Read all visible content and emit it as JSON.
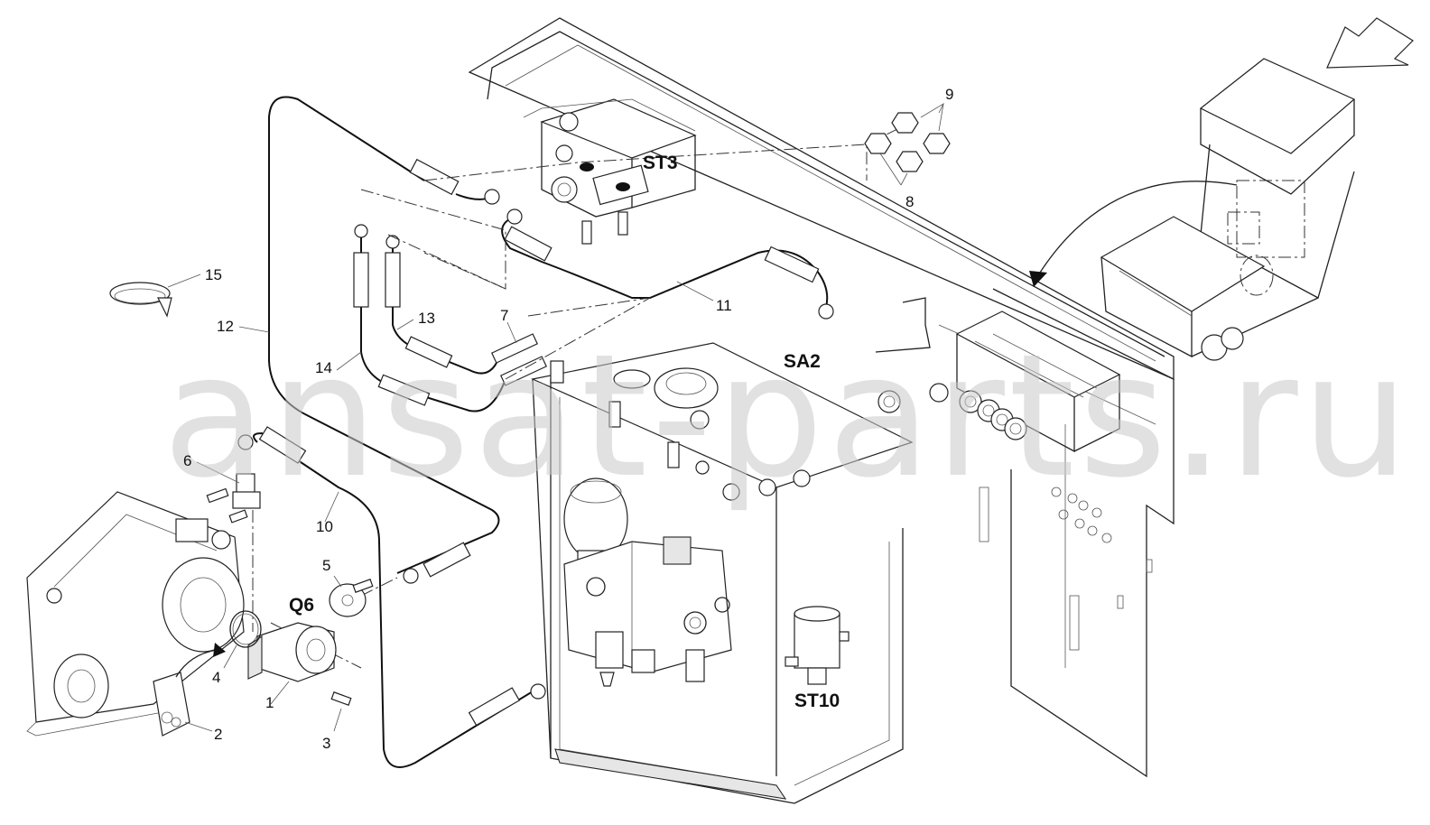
{
  "labels": {
    "p1": "1",
    "p2": "2",
    "p3": "3",
    "p4": "4",
    "p5": "5",
    "p6": "6",
    "p7": "7",
    "p8": "8",
    "p9": "9",
    "p10": "10",
    "p11": "11",
    "p12": "12",
    "p13": "13",
    "p14": "14",
    "p15": "15",
    "st3": "ST3",
    "st10": "ST10",
    "sa2": "SA2",
    "q6": "Q6"
  },
  "watermark": "ansat-parts.ru"
}
